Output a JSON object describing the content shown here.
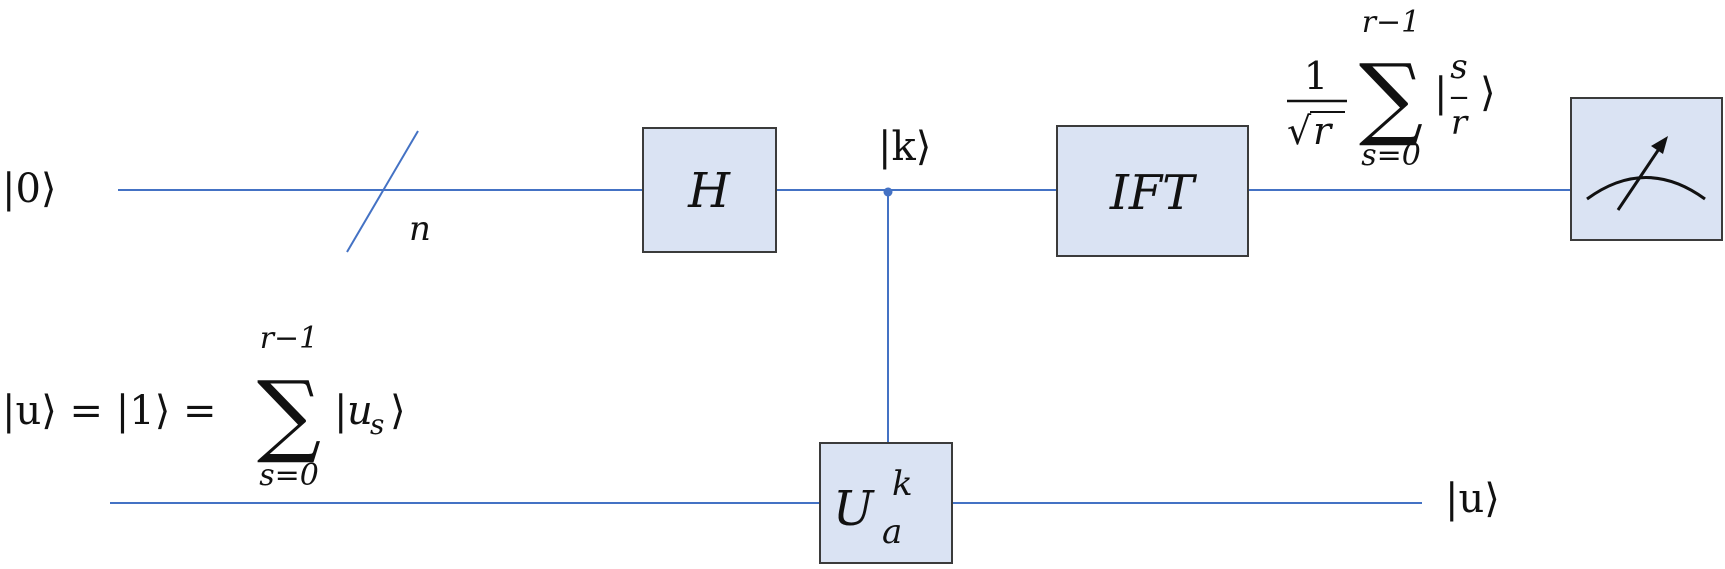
{
  "labels": {
    "ket_zero": "|0⟩",
    "register_size": "n",
    "ket_k": "|k⟩",
    "ket_u_output": "|u⟩"
  },
  "gates": {
    "hadamard": "H",
    "inverse_fourier": "IFT",
    "controlled_unitary": {
      "base": "U",
      "superscript": "k",
      "subscript": "a"
    }
  },
  "input_state": {
    "lhs": "|u⟩ = |1⟩ =",
    "sum_upper": "r−1",
    "sum_symbol": "∑",
    "sum_lower": "s=0",
    "term_open": "|",
    "term_var": "u",
    "term_sub": "s",
    "term_close": "⟩"
  },
  "output_state": {
    "coef_numerator": "1",
    "coef_radical": "√",
    "coef_radicand": "r",
    "sum_upper": "r−1",
    "sum_symbol": "∑",
    "sum_lower": "s=0",
    "ket_open": "|",
    "frac_numerator": "s",
    "frac_bar": "−",
    "frac_denominator": "r",
    "ket_close": "⟩"
  },
  "colors": {
    "wire": "#4472c4",
    "gate_fill": "#dae3f3",
    "gate_border": "#3b3b3b"
  },
  "icons": {
    "measurement": "meter-icon"
  }
}
